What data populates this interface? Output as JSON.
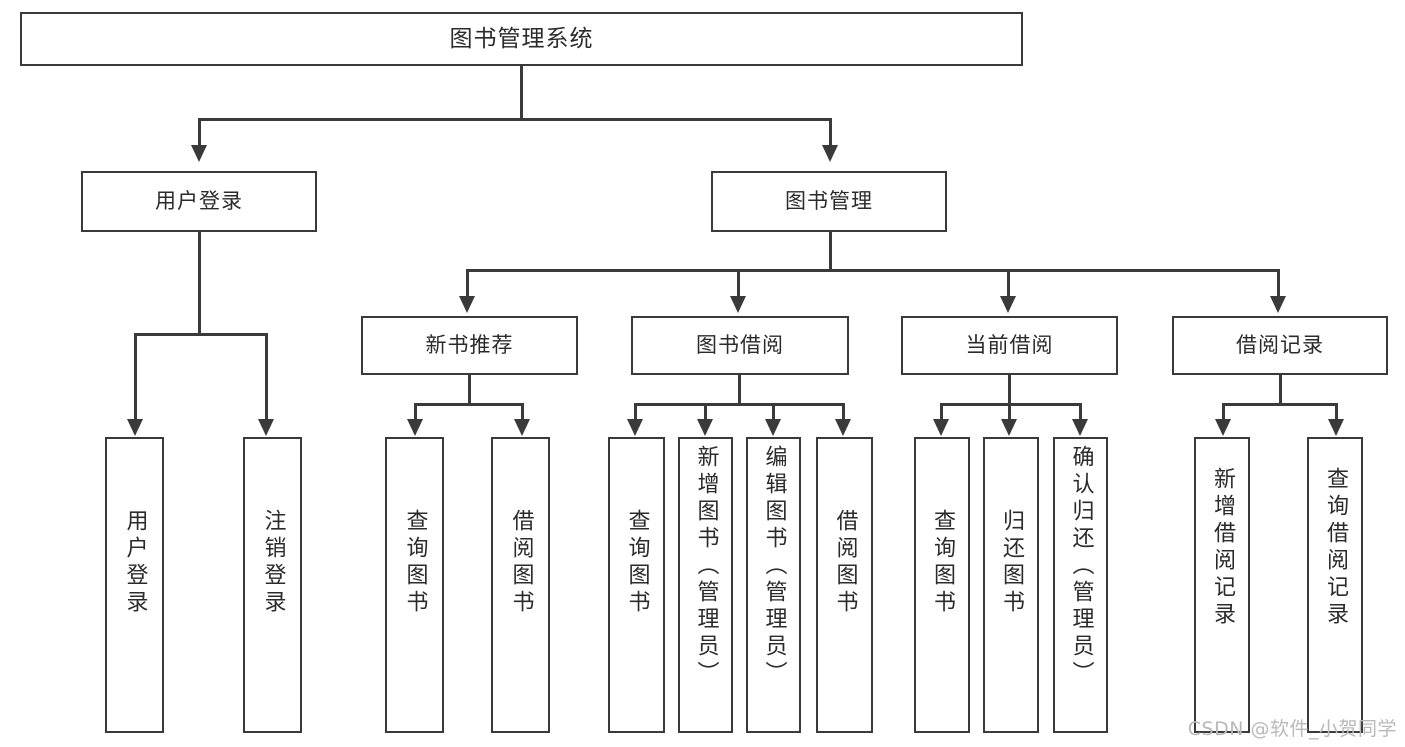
{
  "diagram": {
    "type": "tree",
    "title": "图书管理系统",
    "root": {
      "label": "图书管理系统"
    },
    "level2": [
      {
        "id": "user-login",
        "label": "用户登录"
      },
      {
        "id": "book-manage",
        "label": "图书管理"
      }
    ],
    "level3": [
      {
        "id": "new-book-rec",
        "label": "新书推荐",
        "parent": "book-manage"
      },
      {
        "id": "book-borrow",
        "label": "图书借阅",
        "parent": "book-manage"
      },
      {
        "id": "current-borrow",
        "label": "当前借阅",
        "parent": "book-manage"
      },
      {
        "id": "borrow-record",
        "label": "借阅记录",
        "parent": "book-manage"
      }
    ],
    "leaves": [
      {
        "id": "leaf-user-login",
        "label": "用户登录",
        "parent": "user-login"
      },
      {
        "id": "leaf-logout",
        "label": "注销登录",
        "parent": "user-login"
      },
      {
        "id": "leaf-query-book-1",
        "label": "查询图书",
        "parent": "new-book-rec"
      },
      {
        "id": "leaf-borrow-book-1",
        "label": "借阅图书",
        "parent": "new-book-rec"
      },
      {
        "id": "leaf-query-book-2",
        "label": "查询图书",
        "parent": "book-borrow"
      },
      {
        "id": "leaf-add-book",
        "label": "新增图书（管理员）",
        "parent": "book-borrow"
      },
      {
        "id": "leaf-edit-book",
        "label": "编辑图书（管理员）",
        "parent": "book-borrow"
      },
      {
        "id": "leaf-borrow-book-2",
        "label": "借阅图书",
        "parent": "book-borrow"
      },
      {
        "id": "leaf-query-book-3",
        "label": "查询图书",
        "parent": "current-borrow"
      },
      {
        "id": "leaf-return-book",
        "label": "归还图书",
        "parent": "current-borrow"
      },
      {
        "id": "leaf-confirm-return",
        "label": "确认归还（管理员）",
        "parent": "current-borrow"
      },
      {
        "id": "leaf-add-record",
        "label": "新增借阅记录",
        "parent": "borrow-record"
      },
      {
        "id": "leaf-query-record",
        "label": "查询借阅记录",
        "parent": "borrow-record"
      }
    ]
  },
  "watermark": {
    "text": "CSDN @软件_小贺同学"
  },
  "colors": {
    "stroke": "#3a3a3a",
    "fill": "#ffffff",
    "text": "#2b2b2b",
    "watermark": "#b9b9b9"
  }
}
